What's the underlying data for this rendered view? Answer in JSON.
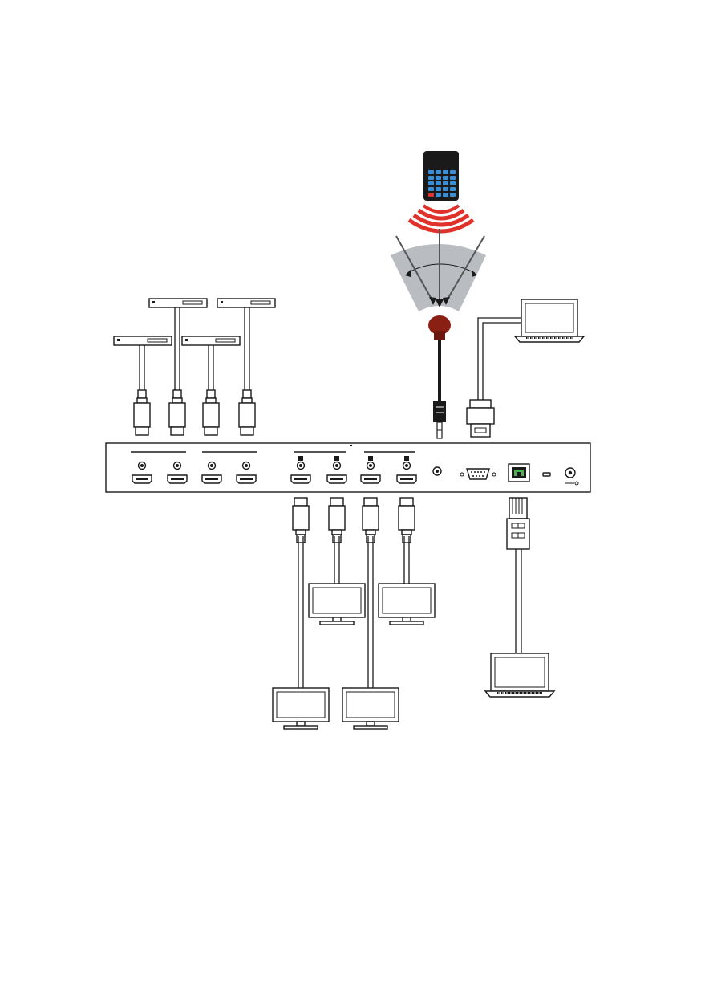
{
  "remote": {
    "brand_text": "",
    "key_color": "#3a8fd6",
    "power_key_color": "#e0322b"
  },
  "ir_signal": {
    "wave_color": "#e0322b",
    "zone_color": "#b9bdc2"
  },
  "ir_receiver": {
    "color": "#8a1f14"
  },
  "lan_port": {
    "accent": "#4caf50"
  },
  "sources": {
    "count": 4,
    "type": "media-player"
  },
  "displays": {
    "count": 4,
    "type": "monitor"
  },
  "laptops": {
    "count": 2
  }
}
